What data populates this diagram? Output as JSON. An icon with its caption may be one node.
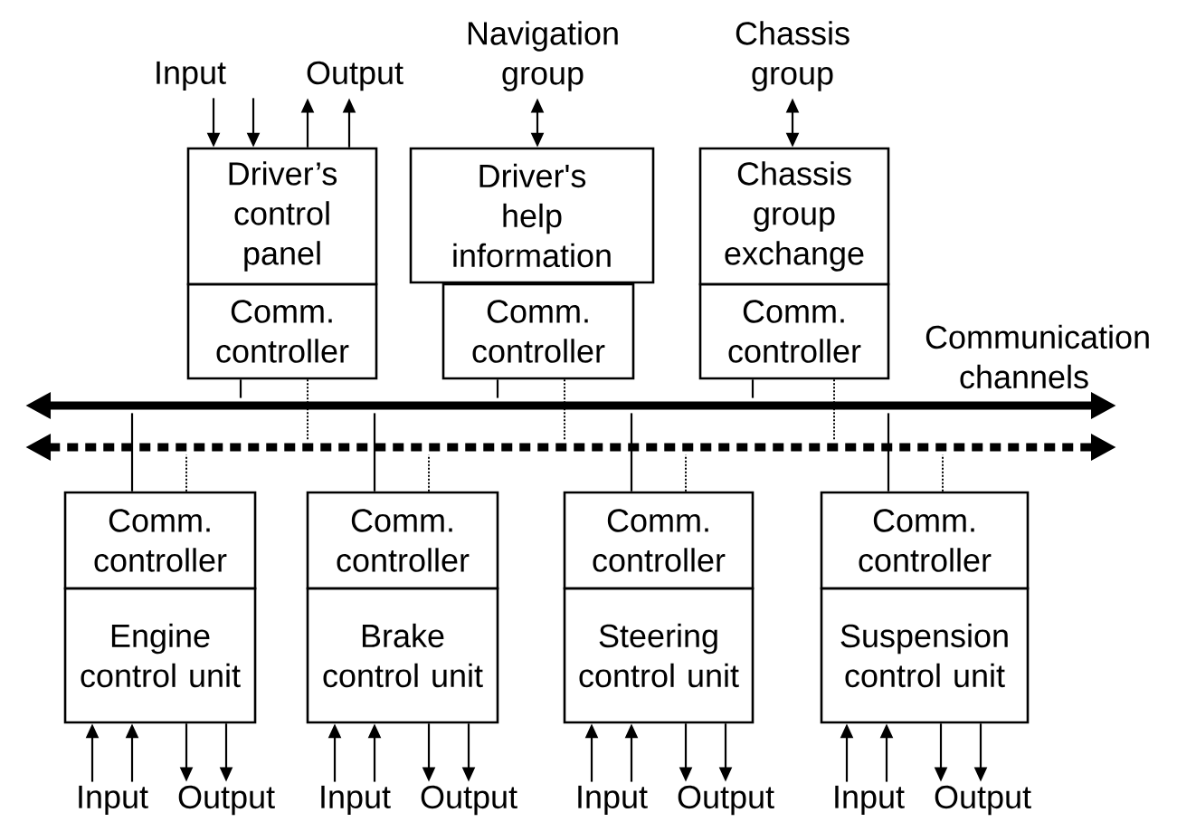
{
  "diagram": {
    "nodes": [
      {
        "text": [
          "Input"
        ]
      },
      {
        "text": [
          "Output"
        ]
      },
      {
        "text": [
          "Navigation group"
        ]
      },
      {
        "text": [
          "Chassis group"
        ]
      },
      {
        "text": [
          "Driver’s control panel"
        ]
      },
      {
        "text": [
          "Driver's help information"
        ]
      },
      {
        "text": [
          "Chassis group exchange"
        ]
      },
      {
        "text": [
          "Comm. controller"
        ]
      },
      {
        "text": [
          "Comm. controller"
        ]
      },
      {
        "text": [
          "Comm. controller"
        ]
      },
      {
        "text": [],
        "shape": "bar"
      },
      {
        "text": [],
        "shape": "bar"
      },
      {
        "text": [
          "Comm. controller"
        ]
      },
      {
        "text": [
          "Comm. controller"
        ]
      },
      {
        "text": [
          "Comm. controller"
        ]
      },
      {
        "text": [
          "Comm. controller"
        ]
      },
      {
        "text": [
          "Engine control unit"
        ]
      },
      {
        "text": [
          "Brake control unit"
        ]
      },
      {
        "text": [
          "Steering control unit"
        ]
      },
      {
        "text": [
          "Suspension control unit"
        ]
      },
      {
        "text": [
          "Input"
        ]
      },
      {
        "text": [
          "Output"
        ]
      },
      {
        "text": [
          "Input"
        ]
      },
      {
        "text": [
          "Output"
        ]
      },
      {
        "text": [
          "Input"
        ]
      },
      {
        "text": [
          "Output"
        ]
      },
      {
        "text": [
          "Input"
        ]
      },
      {
        "text": [
          "Output"
        ]
      }
    ],
    "edges": [
      {
        "from": 0,
        "to": 4,
        "arrow": "to"
      },
      {
        "from": 0,
        "to": 4,
        "arrow": "to"
      },
      {
        "from": 4,
        "to": 1,
        "arrow": "to"
      },
      {
        "from": 4,
        "to": 1,
        "arrow": "to"
      },
      {
        "from": 2,
        "to": 5,
        "arrow": "both"
      },
      {
        "from": 3,
        "to": 6,
        "arrow": "both"
      },
      {
        "from": 7,
        "to": 10,
        "arrow": "none"
      },
      {
        "from": 7,
        "to": 11,
        "arrow": "none",
        "style": "dashed"
      },
      {
        "from": 8,
        "to": 10,
        "arrow": "none"
      },
      {
        "from": 8,
        "to": 11,
        "arrow": "none",
        "style": "dashed"
      },
      {
        "from": 9,
        "to": 10,
        "arrow": "none"
      },
      {
        "from": 9,
        "to": 11,
        "arrow": "none",
        "style": "dashed"
      },
      {
        "from": 12,
        "to": 10,
        "arrow": "none"
      },
      {
        "from": 12,
        "to": 11,
        "arrow": "none",
        "style": "dashed"
      },
      {
        "from": 13,
        "to": 10,
        "arrow": "none"
      },
      {
        "from": 13,
        "to": 11,
        "arrow": "none",
        "style": "dashed"
      },
      {
        "from": 14,
        "to": 10,
        "arrow": "none"
      },
      {
        "from": 14,
        "to": 11,
        "arrow": "none",
        "style": "dashed"
      },
      {
        "from": 15,
        "to": 10,
        "arrow": "none"
      },
      {
        "from": 15,
        "to": 11,
        "arrow": "none",
        "style": "dashed"
      },
      {
        "from": 20,
        "to": 16,
        "arrow": "to"
      },
      {
        "from": 20,
        "to": 16,
        "arrow": "to"
      },
      {
        "from": 16,
        "to": 21,
        "arrow": "to"
      },
      {
        "from": 16,
        "to": 21,
        "arrow": "to"
      },
      {
        "from": 22,
        "to": 17,
        "arrow": "to"
      },
      {
        "from": 22,
        "to": 17,
        "arrow": "to"
      },
      {
        "from": 17,
        "to": 23,
        "arrow": "to"
      },
      {
        "from": 17,
        "to": 23,
        "arrow": "to"
      },
      {
        "from": 24,
        "to": 18,
        "arrow": "to"
      },
      {
        "from": 24,
        "to": 18,
        "arrow": "to"
      },
      {
        "from": 18,
        "to": 25,
        "arrow": "to"
      },
      {
        "from": 18,
        "to": 25,
        "arrow": "to"
      },
      {
        "from": 26,
        "to": 19,
        "arrow": "to"
      },
      {
        "from": 26,
        "to": 19,
        "arrow": "to"
      },
      {
        "from": 19,
        "to": 27,
        "arrow": "to"
      },
      {
        "from": 19,
        "to": 27,
        "arrow": "to"
      }
    ],
    "labels": [
      "Communication channels"
    ]
  }
}
